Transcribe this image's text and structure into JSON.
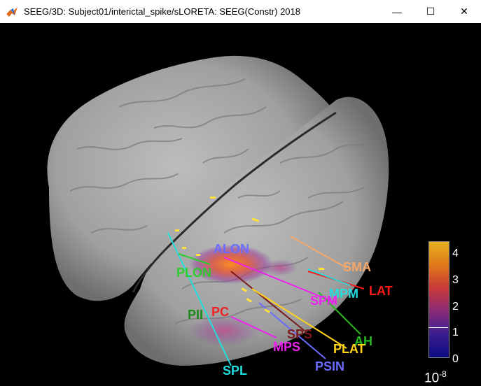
{
  "window": {
    "title": "SEEG/3D: Subject01/interictal_spike/sLORETA: SEEG(Constr) 2018",
    "minimize_glyph": "—",
    "maximize_glyph": "☐",
    "close_glyph": "✕"
  },
  "electrodes": [
    {
      "id": "alon",
      "label": "ALON",
      "color": "#6b6bff"
    },
    {
      "id": "sma",
      "label": "SMA",
      "color": "#f5a86a"
    },
    {
      "id": "plon",
      "label": "PLON",
      "color": "#2ecc2e"
    },
    {
      "id": "lat",
      "label": "LAT",
      "color": "#ff1a1a"
    },
    {
      "id": "mpm",
      "label": "MPM",
      "color": "#22dddd"
    },
    {
      "id": "spm",
      "label": "SPM",
      "color": "#ee22ee"
    },
    {
      "id": "pii",
      "label": "PII",
      "color": "#1a8a1a"
    },
    {
      "id": "pc",
      "label": "PC",
      "color": "#ee2222"
    },
    {
      "id": "sps",
      "label": "SPS",
      "color": "#7a1a1a"
    },
    {
      "id": "ah",
      "label": "AH",
      "color": "#22bb22"
    },
    {
      "id": "mps",
      "label": "MPS",
      "color": "#ee22ee"
    },
    {
      "id": "plat",
      "label": "PLAT",
      "color": "#ffd21a"
    },
    {
      "id": "psin",
      "label": "PSIN",
      "color": "#6b6bff"
    },
    {
      "id": "spl",
      "label": "SPL",
      "color": "#22dddd"
    }
  ],
  "colorbar": {
    "ticks": [
      "4",
      "3",
      "2",
      "1",
      "0"
    ],
    "exponent_base": "10",
    "exponent_power": "-8",
    "colors": [
      "#e8b020",
      "#e07818",
      "#c83a38",
      "#8a2a78",
      "#3a1e90",
      "#0a0a80"
    ]
  }
}
